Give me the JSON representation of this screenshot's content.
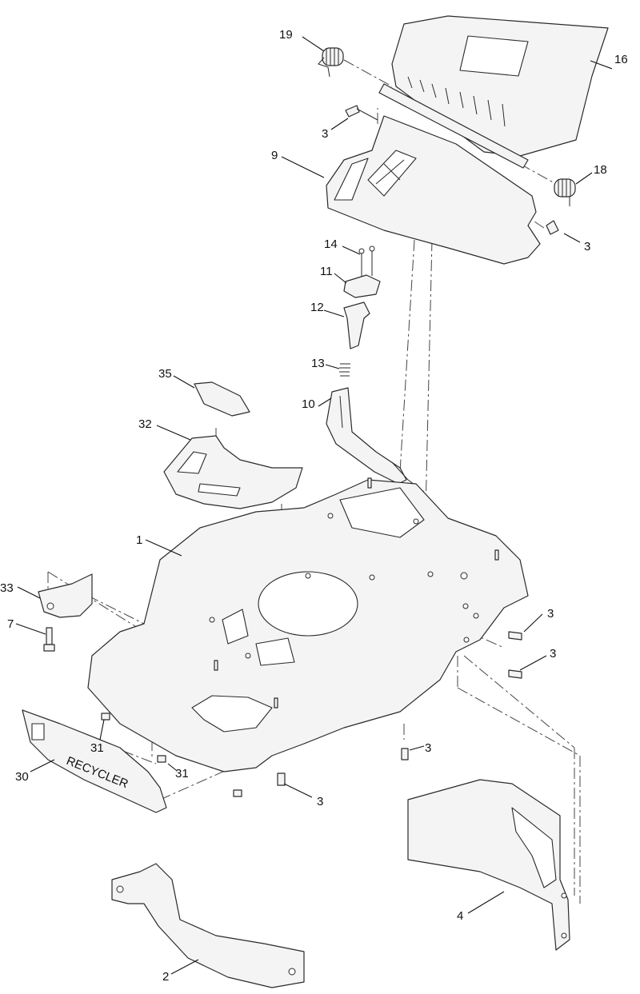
{
  "callouts": [
    {
      "id": "c-19",
      "label": "19"
    },
    {
      "id": "c-16",
      "label": "16"
    },
    {
      "id": "c-3a",
      "label": "3"
    },
    {
      "id": "c-9",
      "label": "9"
    },
    {
      "id": "c-18",
      "label": "18"
    },
    {
      "id": "c-3b",
      "label": "3"
    },
    {
      "id": "c-14",
      "label": "14"
    },
    {
      "id": "c-11",
      "label": "11"
    },
    {
      "id": "c-12",
      "label": "12"
    },
    {
      "id": "c-13",
      "label": "13"
    },
    {
      "id": "c-35",
      "label": "35"
    },
    {
      "id": "c-10",
      "label": "10"
    },
    {
      "id": "c-32",
      "label": "32"
    },
    {
      "id": "c-1",
      "label": "1"
    },
    {
      "id": "c-33",
      "label": "33"
    },
    {
      "id": "c-7",
      "label": "7"
    },
    {
      "id": "c-3c",
      "label": "3"
    },
    {
      "id": "c-3d",
      "label": "3"
    },
    {
      "id": "c-31a",
      "label": "31"
    },
    {
      "id": "c-3e",
      "label": "3"
    },
    {
      "id": "c-30",
      "label": "30"
    },
    {
      "id": "c-31b",
      "label": "31"
    },
    {
      "id": "c-3f",
      "label": "3"
    },
    {
      "id": "c-4",
      "label": "4"
    },
    {
      "id": "c-2",
      "label": "2"
    }
  ],
  "scraper_text": "RECYCLER"
}
